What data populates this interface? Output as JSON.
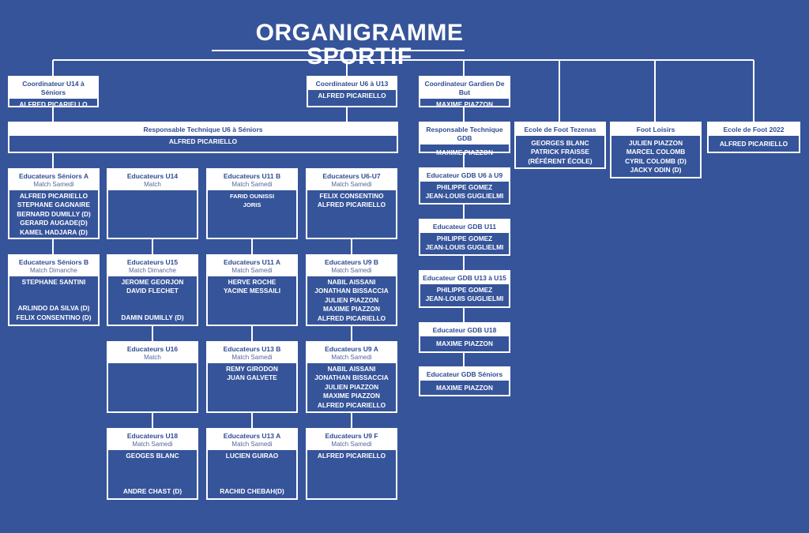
{
  "title": "ORGANIGRAMME SPORTIF",
  "colors": {
    "background": "#36549a",
    "header_bg": "#ffffff",
    "header_text": "#2f4c92",
    "line": "#ffffff"
  },
  "boxes": [
    {
      "id": "coord-u14-seniors",
      "title": "Coordinateur U14 à Séniors",
      "subtitle": "",
      "lines": [
        "ALFRED PICARIELLO"
      ]
    },
    {
      "id": "coord-u6-u13",
      "title": "Coordinateur U6 à U13",
      "subtitle": "",
      "lines": [
        "ALFRED PICARIELLO"
      ]
    },
    {
      "id": "coord-gardien",
      "title": "Coordinateur Gardien De But",
      "subtitle": "",
      "lines": [
        "MAXIME PIAZZON"
      ]
    },
    {
      "id": "resp-tech-u6-seniors",
      "title": "Responsable Technique U6 à Séniors",
      "subtitle": "",
      "lines": [
        "ALFRED PICARIELLO"
      ]
    },
    {
      "id": "resp-tech-gdb",
      "title": "Responsable Technique GDB",
      "subtitle": "",
      "lines": [
        "MAXIME PIAZZON"
      ]
    },
    {
      "id": "ecole-tezenas",
      "title": "Ecole de Foot Tezenas",
      "subtitle": "",
      "lines": [
        "GEORGES BLANC",
        "PATRICK FRAISSE",
        "(RÉFÉRENT ÉCOLE)"
      ]
    },
    {
      "id": "foot-loisirs",
      "title": "Foot Loisirs",
      "subtitle": "",
      "lines": [
        "JULIEN PIAZZON",
        "MARCEL COLOMB",
        "CYRIL COLOMB (D)",
        "JACKY ODIN (D)"
      ]
    },
    {
      "id": "ecole-2022",
      "title": "Ecole de Foot 2022",
      "subtitle": "",
      "lines": [
        "ALFRED PICARIELLO"
      ]
    },
    {
      "id": "edu-seniors-a",
      "title": "Educateurs Séniors A",
      "subtitle": "Match Samedi",
      "lines": [
        "ALFRED PICARIELLO",
        "STEPHANE GAGNAIRE",
        "BERNARD DUMILLY (D)",
        "GERARD AUGADE(D)",
        "KAMEL HADJARA (D)"
      ]
    },
    {
      "id": "edu-u14",
      "title": "Educateurs U14",
      "subtitle": "Match",
      "lines": []
    },
    {
      "id": "edu-u11-b",
      "title": "Educateurs U11 B",
      "subtitle": "Match Samedi",
      "lines": [
        "FARID OUNISSI",
        "JORIS"
      ]
    },
    {
      "id": "edu-u6-u7",
      "title": "Educateurs U6-U7",
      "subtitle": "Match Samedi",
      "lines": [
        "FELIX CONSENTINO",
        "ALFRED PICARIELLO"
      ]
    },
    {
      "id": "edu-gdb-u6-u9",
      "title": "Educateur GDB U6 à U9",
      "subtitle": "",
      "lines": [
        "PHILIPPE GOMEZ",
        "JEAN-LOUIS GUGLIELMI"
      ]
    },
    {
      "id": "edu-seniors-b",
      "title": "Educateurs Séniors B",
      "subtitle": "Match Dimanche",
      "lines": [
        "STEPHANE SANTINI"
      ],
      "bottom_lines": [
        "ARLINDO DA SILVA (D)",
        "FELIX CONSENTINO (D)"
      ]
    },
    {
      "id": "edu-u15",
      "title": "Educateurs U15",
      "subtitle": "Match Dimanche",
      "lines": [
        "JEROME GEORJON",
        "DAVID FLECHET"
      ],
      "bottom_lines": [
        "DAMIN DUMILLY (D)"
      ]
    },
    {
      "id": "edu-u11-a",
      "title": "Educateurs U11 A",
      "subtitle": "Match Samedi",
      "lines": [
        "HERVE ROCHE",
        "YACINE MESSAILI"
      ]
    },
    {
      "id": "edu-u9-b",
      "title": "Educateurs U9 B",
      "subtitle": "Match Samedi",
      "lines": [
        "NABIL AISSANI",
        "JONATHAN BISSACCIA",
        "JULIEN PIAZZON",
        "MAXIME PIAZZON",
        "ALFRED PICARIELLO"
      ]
    },
    {
      "id": "edu-gdb-u11",
      "title": "Educateur GDB U11",
      "subtitle": "",
      "lines": [
        "PHILIPPE GOMEZ",
        "JEAN-LOUIS GUGLIELMI"
      ]
    },
    {
      "id": "edu-gdb-u13-u15",
      "title": "Educateur GDB U13 à U15",
      "subtitle": "",
      "lines": [
        "PHILIPPE GOMEZ",
        "JEAN-LOUIS GUGLIELMI"
      ]
    },
    {
      "id": "edu-u16",
      "title": "Educateurs U16",
      "subtitle": "Match",
      "lines": []
    },
    {
      "id": "edu-u13-b",
      "title": "Educateurs U13 B",
      "subtitle": "Match Samedi",
      "lines": [
        "REMY GIRODON",
        "JUAN GALVETE"
      ]
    },
    {
      "id": "edu-u9-a",
      "title": "Educateurs U9 A",
      "subtitle": "Match Samedi",
      "lines": [
        "NABIL AISSANI",
        "JONATHAN BISSACCIA",
        "JULIEN PIAZZON",
        "MAXIME PIAZZON",
        "ALFRED PICARIELLO"
      ]
    },
    {
      "id": "edu-gdb-u18",
      "title": "Educateur GDB U18",
      "subtitle": "",
      "lines": [
        "MAXIME PIAZZON"
      ]
    },
    {
      "id": "edu-gdb-seniors",
      "title": "Educateur GDB Séniors",
      "subtitle": "",
      "lines": [
        "MAXIME PIAZZON"
      ]
    },
    {
      "id": "edu-u18",
      "title": "Educateurs U18",
      "subtitle": "Match Samedi",
      "lines": [
        "GEOGES BLANC"
      ],
      "bottom_lines": [
        "ANDRE CHAST (D)"
      ]
    },
    {
      "id": "edu-u13-a",
      "title": "Educateurs U13 A",
      "subtitle": "Match Samedi",
      "lines": [
        "LUCIEN GUIRAO"
      ],
      "bottom_lines": [
        "RACHID CHEBAH(D)"
      ]
    },
    {
      "id": "edu-u9-f",
      "title": "Educateurs U9 F",
      "subtitle": "Match Samedi",
      "lines": [
        "ALFRED PICARIELLO"
      ]
    }
  ]
}
